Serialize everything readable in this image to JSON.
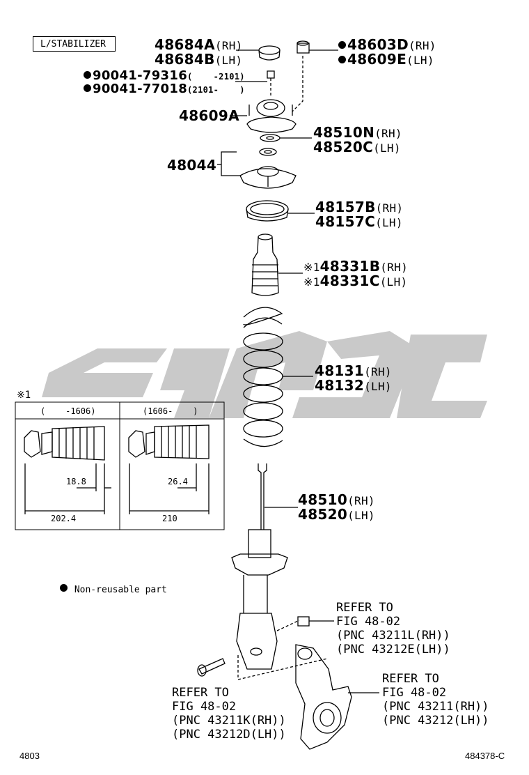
{
  "header_box": "L/STABILIZER",
  "parts": {
    "p48684": {
      "a": "48684A",
      "a_sfx": "(RH)",
      "b": "48684B",
      "b_sfx": "(LH)"
    },
    "p48603": {
      "a": "48603D",
      "a_sfx": "(RH)",
      "b": "48609E",
      "b_sfx": "(LH)"
    },
    "p90041": {
      "a": "90041-79316",
      "a_sfx": "(    -2101)",
      "b": "90041-77018",
      "b_sfx": "(2101-    )"
    },
    "p48609A": "48609A",
    "p48510N": {
      "a": "48510N",
      "a_sfx": "(RH)",
      "b": "48520C",
      "b_sfx": "(LH)"
    },
    "p48044": "48044",
    "p48157": {
      "a": "48157B",
      "a_sfx": "(RH)",
      "b": "48157C",
      "b_sfx": "(LH)"
    },
    "p48331": {
      "mark": "※1",
      "a": "48331B",
      "a_sfx": "(RH)",
      "b": "48331C",
      "b_sfx": "(LH)"
    },
    "p48131": {
      "a": "48131",
      "a_sfx": "(RH)",
      "b": "48132",
      "b_sfx": "(LH)"
    },
    "p48510": {
      "a": "48510",
      "a_sfx": "(RH)",
      "b": "48520",
      "b_sfx": "(LH)"
    }
  },
  "inset": {
    "mark": "※1",
    "col1_header": "(    -1606)",
    "col2_header": "(1606-    )",
    "col1_dim_small": "18.8",
    "col1_dim_total": "202.4",
    "col2_dim_small": "26.4",
    "col2_dim_total": "210"
  },
  "legend": "Non-reusable part",
  "refs": {
    "ref1": [
      "REFER TO",
      "FIG 48-02",
      "(PNC 43211L(RH))",
      "(PNC 43212E(LH))"
    ],
    "ref2": [
      "REFER TO",
      "FIG 48-02",
      "(PNC 43211K(RH))",
      "(PNC 43212D(LH))"
    ],
    "ref3": [
      "REFER TO",
      "FIG 48-02",
      "(PNC 43211(RH))",
      "(PNC 43212(LH))"
    ]
  },
  "footer": {
    "left": "4803",
    "right": "484378-C"
  },
  "colors": {
    "line": "#000000",
    "watermark": "#c8c8c8"
  }
}
